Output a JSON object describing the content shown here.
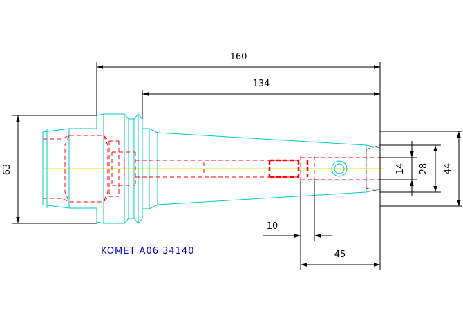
{
  "dimensions": {
    "overall_length": "160",
    "taper_length": "134",
    "flange_diameter": "63",
    "bore_diameter": "14",
    "hub_diameter": "28",
    "nose_diameter": "44",
    "set_screw_width": "10",
    "bore_depth": "45"
  },
  "label": "KOMET A06 34140",
  "colors": {
    "outline": "#00c8c8",
    "hidden": "#ff0000",
    "centerline": "#e6e600",
    "dimension": "#000000",
    "label": "#0000c8"
  }
}
